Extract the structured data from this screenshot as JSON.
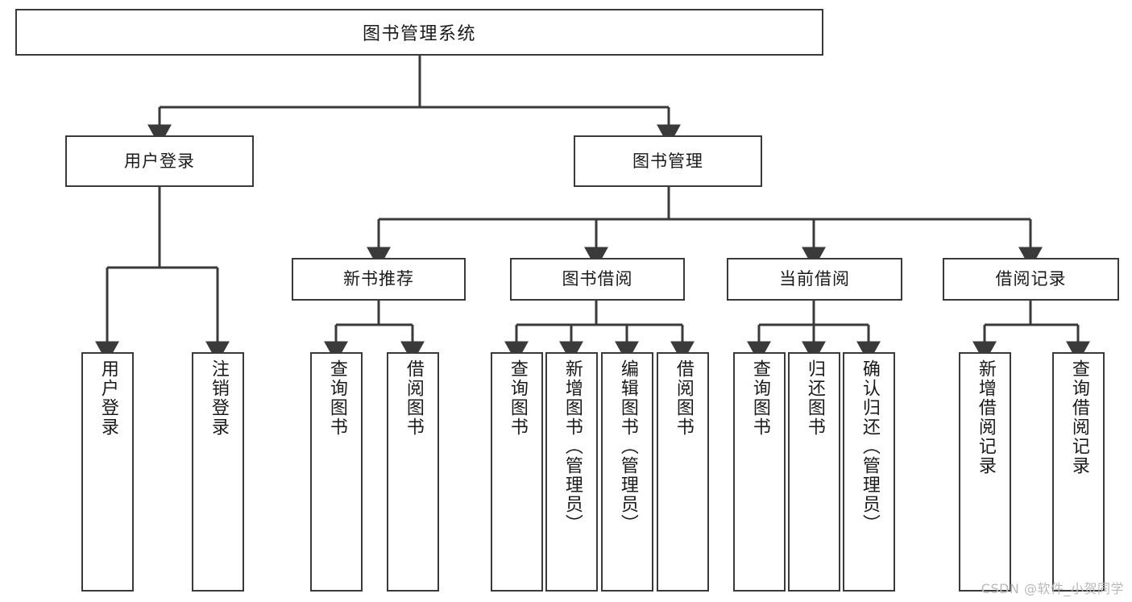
{
  "diagram": {
    "title": "图书管理系统",
    "root": {
      "label": "图书管理系统"
    },
    "level1": [
      {
        "label": "用户登录"
      },
      {
        "label": "图书管理"
      }
    ],
    "level2": [
      {
        "label": "新书推荐"
      },
      {
        "label": "图书借阅"
      },
      {
        "label": "当前借阅"
      },
      {
        "label": "借阅记录"
      }
    ],
    "leaves": [
      {
        "label": "用户登录"
      },
      {
        "label": "注销登录"
      },
      {
        "label": "查询图书"
      },
      {
        "label": "借阅图书"
      },
      {
        "label": "查询图书"
      },
      {
        "label": "新增图书（管理员）"
      },
      {
        "label": "编辑图书（管理员）"
      },
      {
        "label": "借阅图书"
      },
      {
        "label": "查询图书"
      },
      {
        "label": "归还图书"
      },
      {
        "label": "确认归还（管理员）"
      },
      {
        "label": "新增借阅记录"
      },
      {
        "label": "查询借阅记录"
      }
    ],
    "watermark": "CSDN @软件_小贺同学",
    "colors": {
      "border": "#3a3a3a",
      "background": "#ffffff",
      "text": "#1a1a1a",
      "watermark": "#b9b9b9"
    }
  }
}
